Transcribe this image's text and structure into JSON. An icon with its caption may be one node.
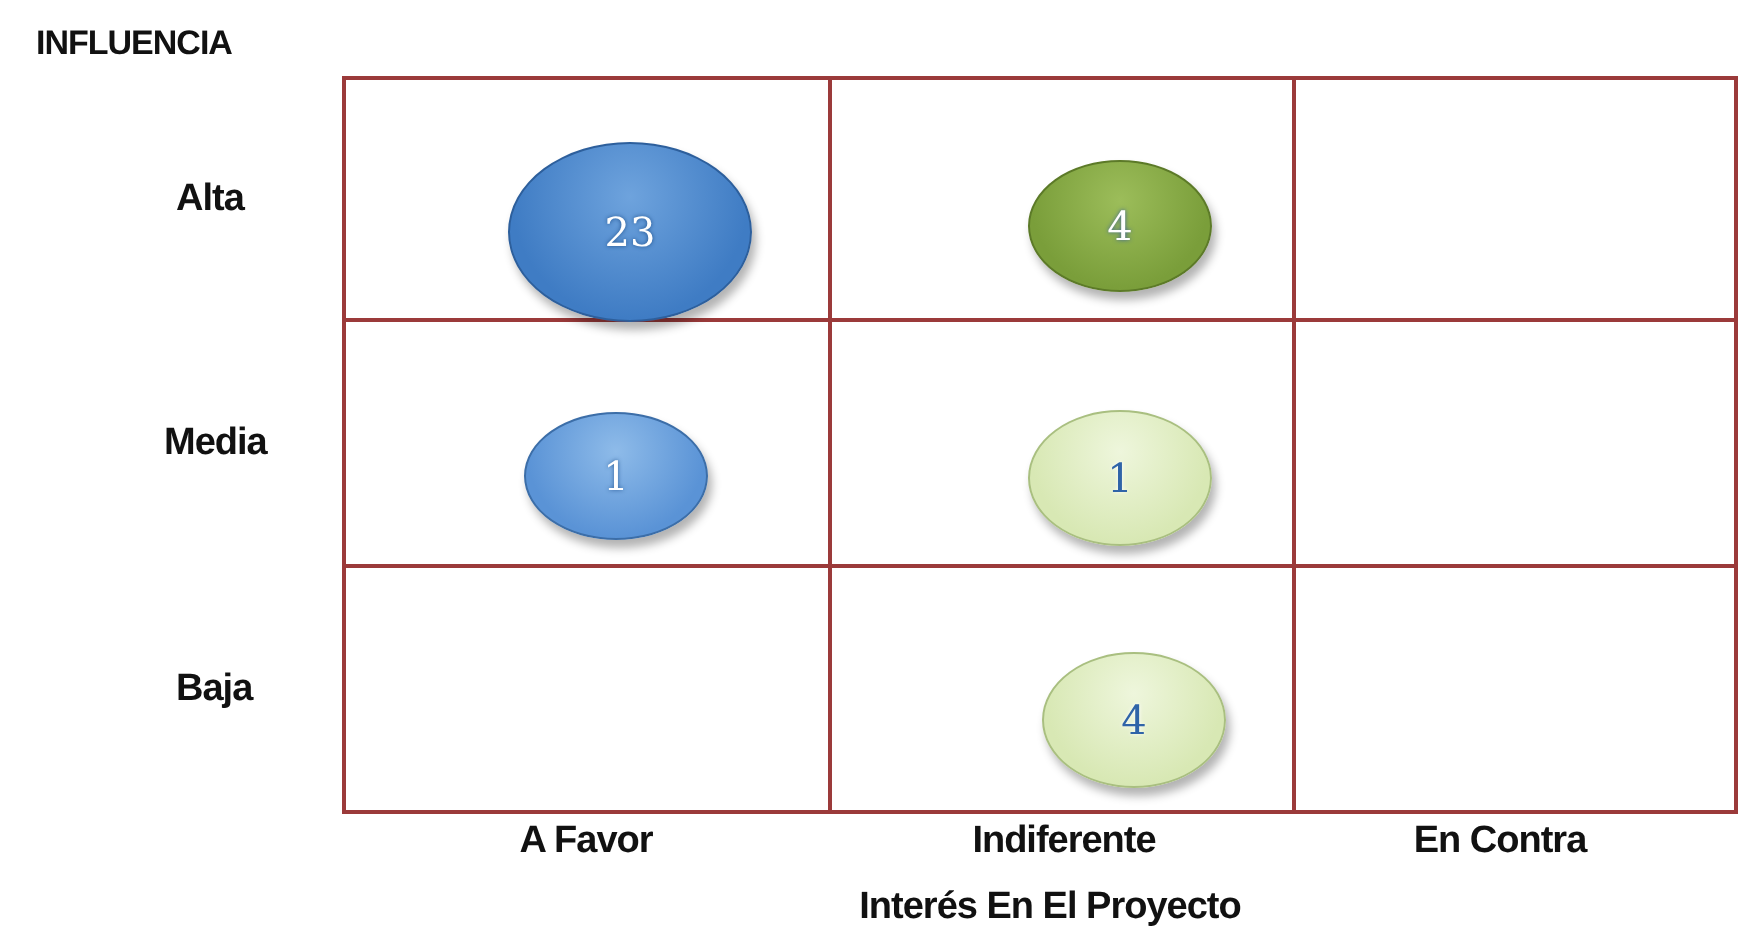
{
  "diagram": {
    "nodes": [
      {
        "text": [
          "23"
        ]
      },
      {
        "text": [
          "4"
        ]
      },
      {
        "text": [
          "1"
        ]
      },
      {
        "text": [
          "1"
        ]
      },
      {
        "text": [
          "4"
        ]
      }
    ],
    "labels": [
      "INFLUENCIA",
      "Alta",
      "Media",
      "Baja",
      "A Favor",
      "Indiferente",
      "En Contra",
      "Interés En El Proyecto"
    ]
  }
}
